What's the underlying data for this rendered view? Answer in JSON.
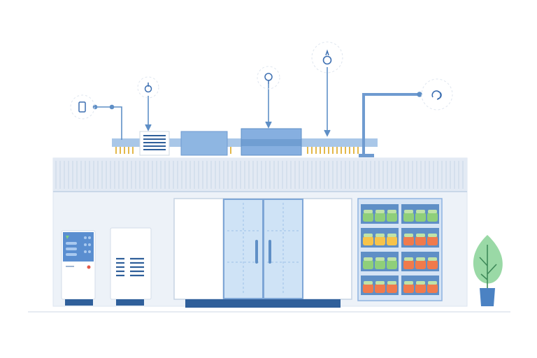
{
  "scene": {
    "colors": {
      "background": "#ffffff",
      "wall": "#e8eef6",
      "roof_slats": "#dde6f1",
      "duct": "#9dbfe3",
      "duct_dark": "#5f8fc6",
      "door_glass": "#cfe3f6",
      "door_frame": "#6e9bd0",
      "shelf_frame": "#8fb3e0",
      "orange_produce": "#f07a4c",
      "yellow_produce": "#f6c34a",
      "green_produce": "#8fcf7a",
      "leaf_green": "#8ed39d",
      "pot_blue": "#4b82c3",
      "base_navy": "#2f5f9a",
      "icon_stroke": "#3d6fb1"
    },
    "sensor_icons": [
      "phone-icon",
      "power-icon",
      "thermometer-icon",
      "water-drop-icon",
      "leaf-sync-icon"
    ],
    "equipment": [
      "control-kiosk",
      "air-handler",
      "walk-in-cooler",
      "produce-display-case",
      "potted-plant"
    ],
    "produce_rows": [
      [
        "green",
        "green"
      ],
      [
        "yellow",
        "orange"
      ],
      [
        "green",
        "orange"
      ],
      [
        "orange",
        "orange"
      ]
    ]
  }
}
